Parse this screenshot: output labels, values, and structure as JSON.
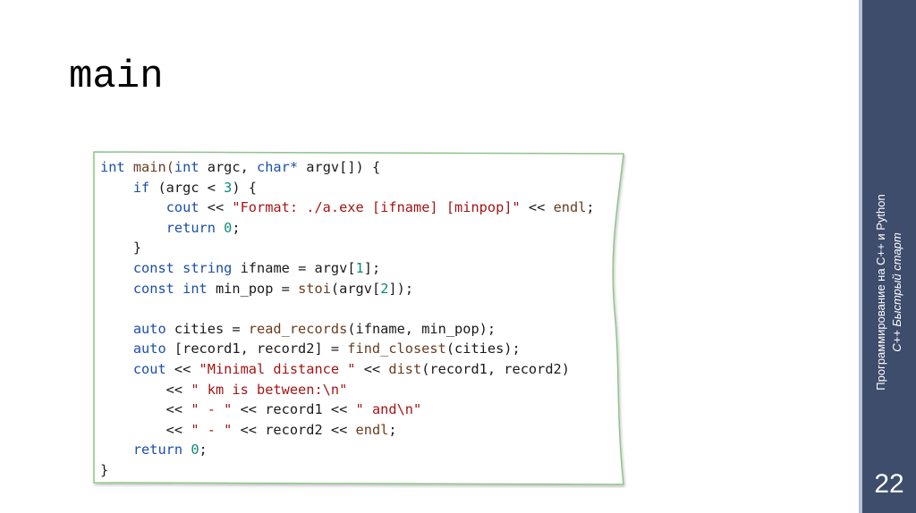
{
  "slide": {
    "title": "main",
    "page_number": "22",
    "sidebar_line1": "Программирование на С++ и Python",
    "sidebar_line2": "С++ Быстрый старт",
    "accent_color": "#3d4d6b",
    "frame_color": "#8fc58a"
  },
  "code_lines": [
    [
      {
        "t": "int",
        "c": "ty"
      },
      {
        "t": " main(",
        "c": "fn"
      },
      {
        "t": "int",
        "c": "ty"
      },
      {
        "t": " argc, ",
        "c": "id"
      },
      {
        "t": "char*",
        "c": "ty"
      },
      {
        "t": " argv[]) {",
        "c": "id"
      }
    ],
    [
      {
        "t": "    ",
        "c": "id"
      },
      {
        "t": "if",
        "c": "kw"
      },
      {
        "t": " (argc < ",
        "c": "id"
      },
      {
        "t": "3",
        "c": "num"
      },
      {
        "t": ") {",
        "c": "id"
      }
    ],
    [
      {
        "t": "        ",
        "c": "id"
      },
      {
        "t": "cout",
        "c": "kw"
      },
      {
        "t": " << ",
        "c": "id"
      },
      {
        "t": "\"Format: ./a.exe [ifname] [minpop]\"",
        "c": "str"
      },
      {
        "t": " << ",
        "c": "id"
      },
      {
        "t": "endl",
        "c": "fn"
      },
      {
        "t": ";",
        "c": "id"
      }
    ],
    [
      {
        "t": "        ",
        "c": "id"
      },
      {
        "t": "return",
        "c": "kw"
      },
      {
        "t": " ",
        "c": "id"
      },
      {
        "t": "0",
        "c": "num"
      },
      {
        "t": ";",
        "c": "id"
      }
    ],
    [
      {
        "t": "    }",
        "c": "id"
      }
    ],
    [
      {
        "t": "    ",
        "c": "id"
      },
      {
        "t": "const",
        "c": "kw"
      },
      {
        "t": " ",
        "c": "id"
      },
      {
        "t": "string",
        "c": "ty"
      },
      {
        "t": " ifname = argv[",
        "c": "id"
      },
      {
        "t": "1",
        "c": "num"
      },
      {
        "t": "];",
        "c": "id"
      }
    ],
    [
      {
        "t": "    ",
        "c": "id"
      },
      {
        "t": "const",
        "c": "kw"
      },
      {
        "t": " ",
        "c": "id"
      },
      {
        "t": "int",
        "c": "ty"
      },
      {
        "t": " min_pop = ",
        "c": "id"
      },
      {
        "t": "stoi",
        "c": "fn"
      },
      {
        "t": "(argv[",
        "c": "id"
      },
      {
        "t": "2",
        "c": "num"
      },
      {
        "t": "]);",
        "c": "id"
      }
    ],
    [
      {
        "t": "",
        "c": "id"
      }
    ],
    [
      {
        "t": "    ",
        "c": "id"
      },
      {
        "t": "auto",
        "c": "kw"
      },
      {
        "t": " cities = ",
        "c": "id"
      },
      {
        "t": "read_records",
        "c": "fn"
      },
      {
        "t": "(ifname, min_pop);",
        "c": "id"
      }
    ],
    [
      {
        "t": "    ",
        "c": "id"
      },
      {
        "t": "auto",
        "c": "kw"
      },
      {
        "t": " [record1, record2] = ",
        "c": "id"
      },
      {
        "t": "find_closest",
        "c": "fn"
      },
      {
        "t": "(cities);",
        "c": "id"
      }
    ],
    [
      {
        "t": "    ",
        "c": "id"
      },
      {
        "t": "cout",
        "c": "kw"
      },
      {
        "t": " << ",
        "c": "id"
      },
      {
        "t": "\"Minimal distance \"",
        "c": "str"
      },
      {
        "t": " << ",
        "c": "id"
      },
      {
        "t": "dist",
        "c": "fn"
      },
      {
        "t": "(record1, record2)",
        "c": "id"
      }
    ],
    [
      {
        "t": "        << ",
        "c": "id"
      },
      {
        "t": "\" km is between:\\n\"",
        "c": "str"
      }
    ],
    [
      {
        "t": "        << ",
        "c": "id"
      },
      {
        "t": "\" - \"",
        "c": "str"
      },
      {
        "t": " << record1 << ",
        "c": "id"
      },
      {
        "t": "\" and\\n\"",
        "c": "str"
      }
    ],
    [
      {
        "t": "        << ",
        "c": "id"
      },
      {
        "t": "\" - \"",
        "c": "str"
      },
      {
        "t": " << record2 << ",
        "c": "id"
      },
      {
        "t": "endl",
        "c": "fn"
      },
      {
        "t": ";",
        "c": "id"
      }
    ],
    [
      {
        "t": "    ",
        "c": "id"
      },
      {
        "t": "return",
        "c": "kw"
      },
      {
        "t": " ",
        "c": "id"
      },
      {
        "t": "0",
        "c": "num"
      },
      {
        "t": ";",
        "c": "id"
      }
    ],
    [
      {
        "t": "}",
        "c": "id"
      }
    ]
  ]
}
